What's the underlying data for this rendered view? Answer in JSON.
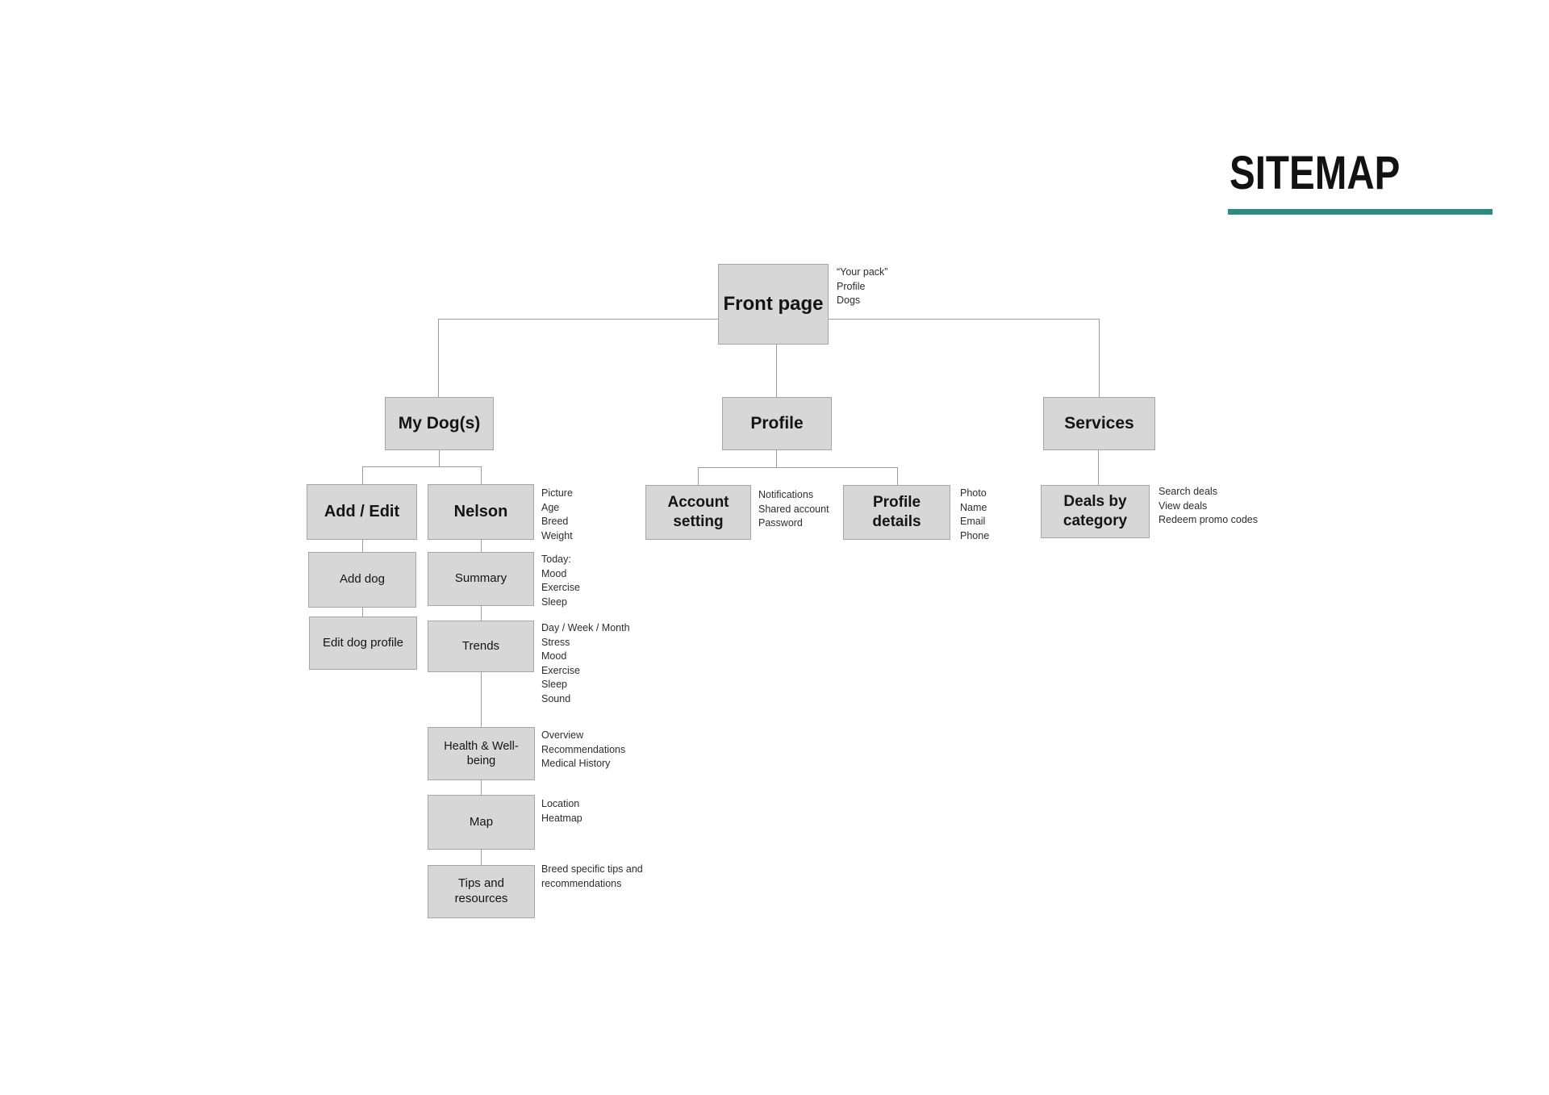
{
  "title": {
    "text": "SITEMAP"
  },
  "colors": {
    "accent": "#2a8c80",
    "box_fill": "#d7d7d7",
    "box_border": "#a6a6a6",
    "line": "#9c9c9c"
  },
  "nodes": {
    "front_page": {
      "label": "Front page",
      "annotations": [
        "“Your pack”",
        "Profile",
        "Dogs"
      ]
    },
    "my_dogs": {
      "label": "My Dog(s)",
      "annotations": []
    },
    "profile": {
      "label": "Profile",
      "annotations": []
    },
    "services": {
      "label": "Services",
      "annotations": []
    },
    "add_edit": {
      "label": "Add / Edit",
      "annotations": []
    },
    "nelson": {
      "label": "Nelson",
      "annotations": [
        "Picture",
        "Age",
        "Breed",
        "Weight"
      ]
    },
    "add_dog": {
      "label": "Add dog",
      "annotations": []
    },
    "summary": {
      "label": "Summary",
      "annotations": [
        "Today:",
        "Mood",
        "Exercise",
        "Sleep"
      ]
    },
    "edit_dog_profile": {
      "label": "Edit dog profile",
      "annotations": []
    },
    "trends": {
      "label": "Trends",
      "annotations": [
        "Day / Week / Month",
        "Stress",
        "Mood",
        "Exercise",
        "Sleep",
        "Sound"
      ]
    },
    "health_wellbeing": {
      "label": "Health & Well-being",
      "annotations": [
        "Overview",
        "Recommendations",
        "Medical History"
      ]
    },
    "map": {
      "label": "Map",
      "annotations": [
        "Location",
        "Heatmap"
      ]
    },
    "tips_resources": {
      "label": "Tips and resources",
      "annotations": [
        "Breed specific tips and recommendations"
      ]
    },
    "account_setting": {
      "label": "Account setting",
      "annotations": [
        "Notifications",
        "Shared account",
        "Password"
      ]
    },
    "profile_details": {
      "label": "Profile details",
      "annotations": [
        "Photo",
        "Name",
        "Email",
        "Phone"
      ]
    },
    "deals_by_category": {
      "label": "Deals by category",
      "annotations": [
        "Search deals",
        "View deals",
        "Redeem promo codes"
      ]
    }
  }
}
